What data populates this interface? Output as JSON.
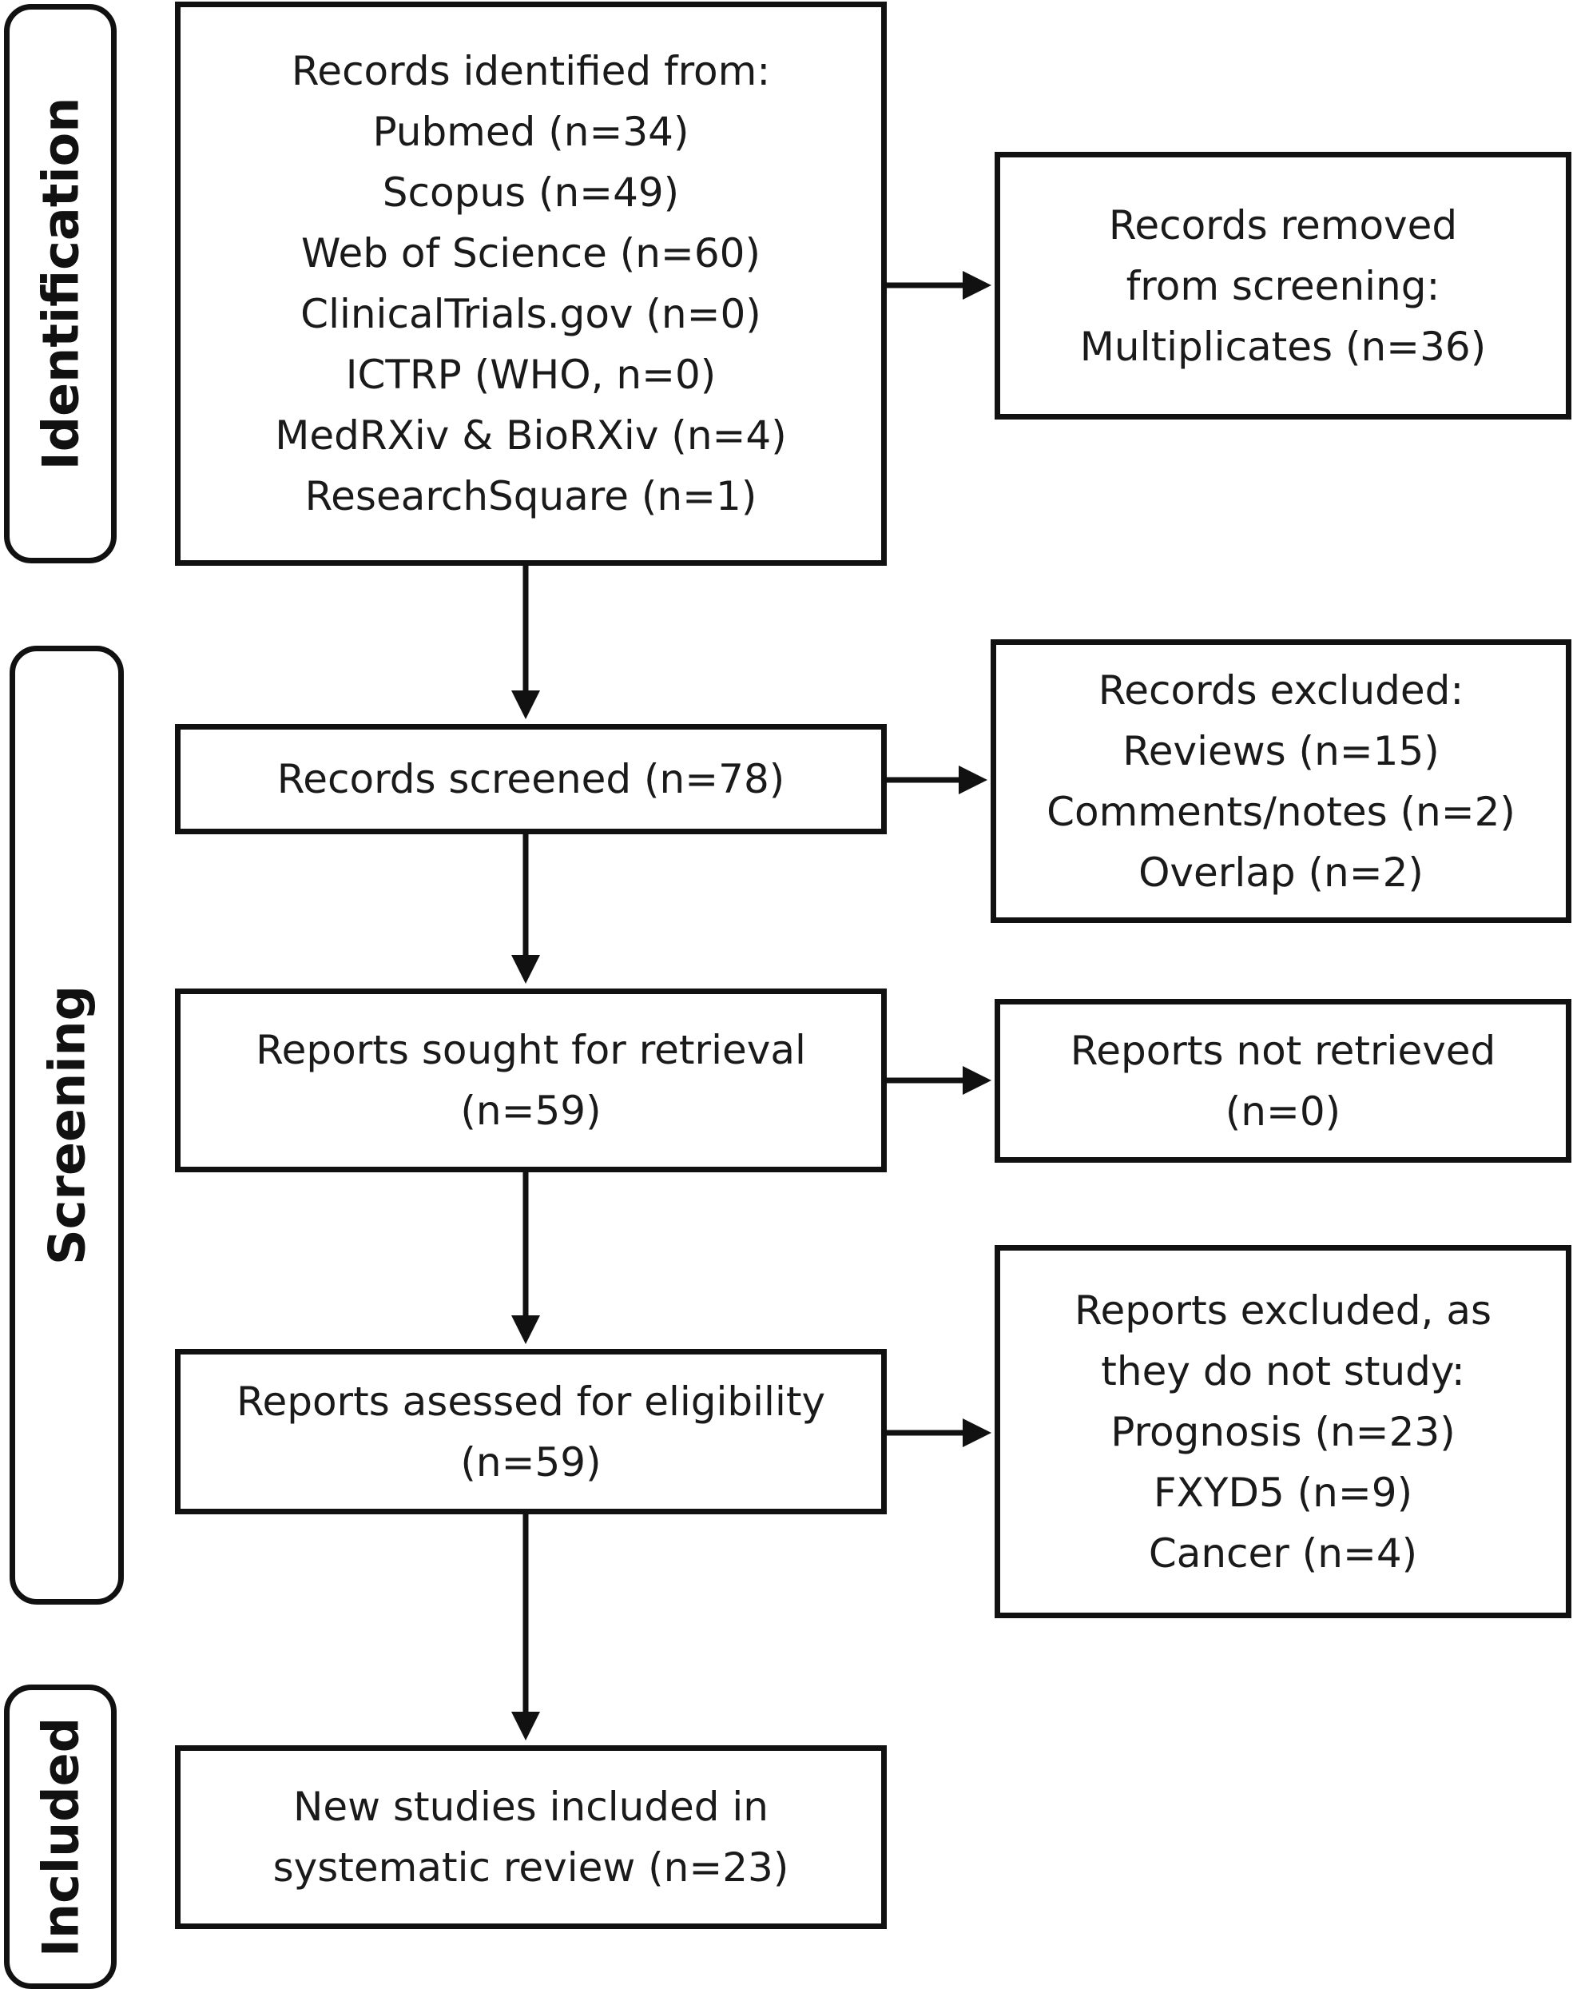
{
  "stages": {
    "identification": "Identification",
    "screening": "Screening",
    "included": "Included"
  },
  "boxes": {
    "records_identified": {
      "lines": [
        "Records identified from:",
        "Pubmed  (n=34)",
        "Scopus (n=49)",
        "Web of Science (n=60)",
        "ClinicalTrials.gov (n=0)",
        "ICTRP (WHO, n=0)",
        "MedRXiv & BioRXiv (n=4)",
        "ResearchSquare (n=1)"
      ]
    },
    "records_removed": {
      "lines": [
        "Records removed",
        "from screening:",
        "Multiplicates (n=36)"
      ]
    },
    "records_screened": {
      "lines": [
        "Records screened  (n=78)"
      ]
    },
    "records_excluded": {
      "lines": [
        "Records excluded:",
        "Reviews (n=15)",
        "Comments/notes  (n=2)",
        "Overlap (n=2)"
      ]
    },
    "reports_sought": {
      "lines": [
        "Reports sought for retrieval",
        "(n=59)"
      ]
    },
    "reports_not_retrieved": {
      "lines": [
        "Reports not retrieved",
        "(n=0)"
      ]
    },
    "reports_assessed": {
      "lines": [
        "Reports asessed for eligibility",
        "(n=59)"
      ]
    },
    "reports_excluded": {
      "lines": [
        "Reports excluded, as",
        "they do not study:",
        "Prognosis (n=23)",
        "FXYD5  (n=9)",
        "Cancer (n=4)"
      ]
    },
    "studies_included": {
      "lines": [
        "New  studies included in",
        "systematic review (n=23)"
      ]
    }
  }
}
